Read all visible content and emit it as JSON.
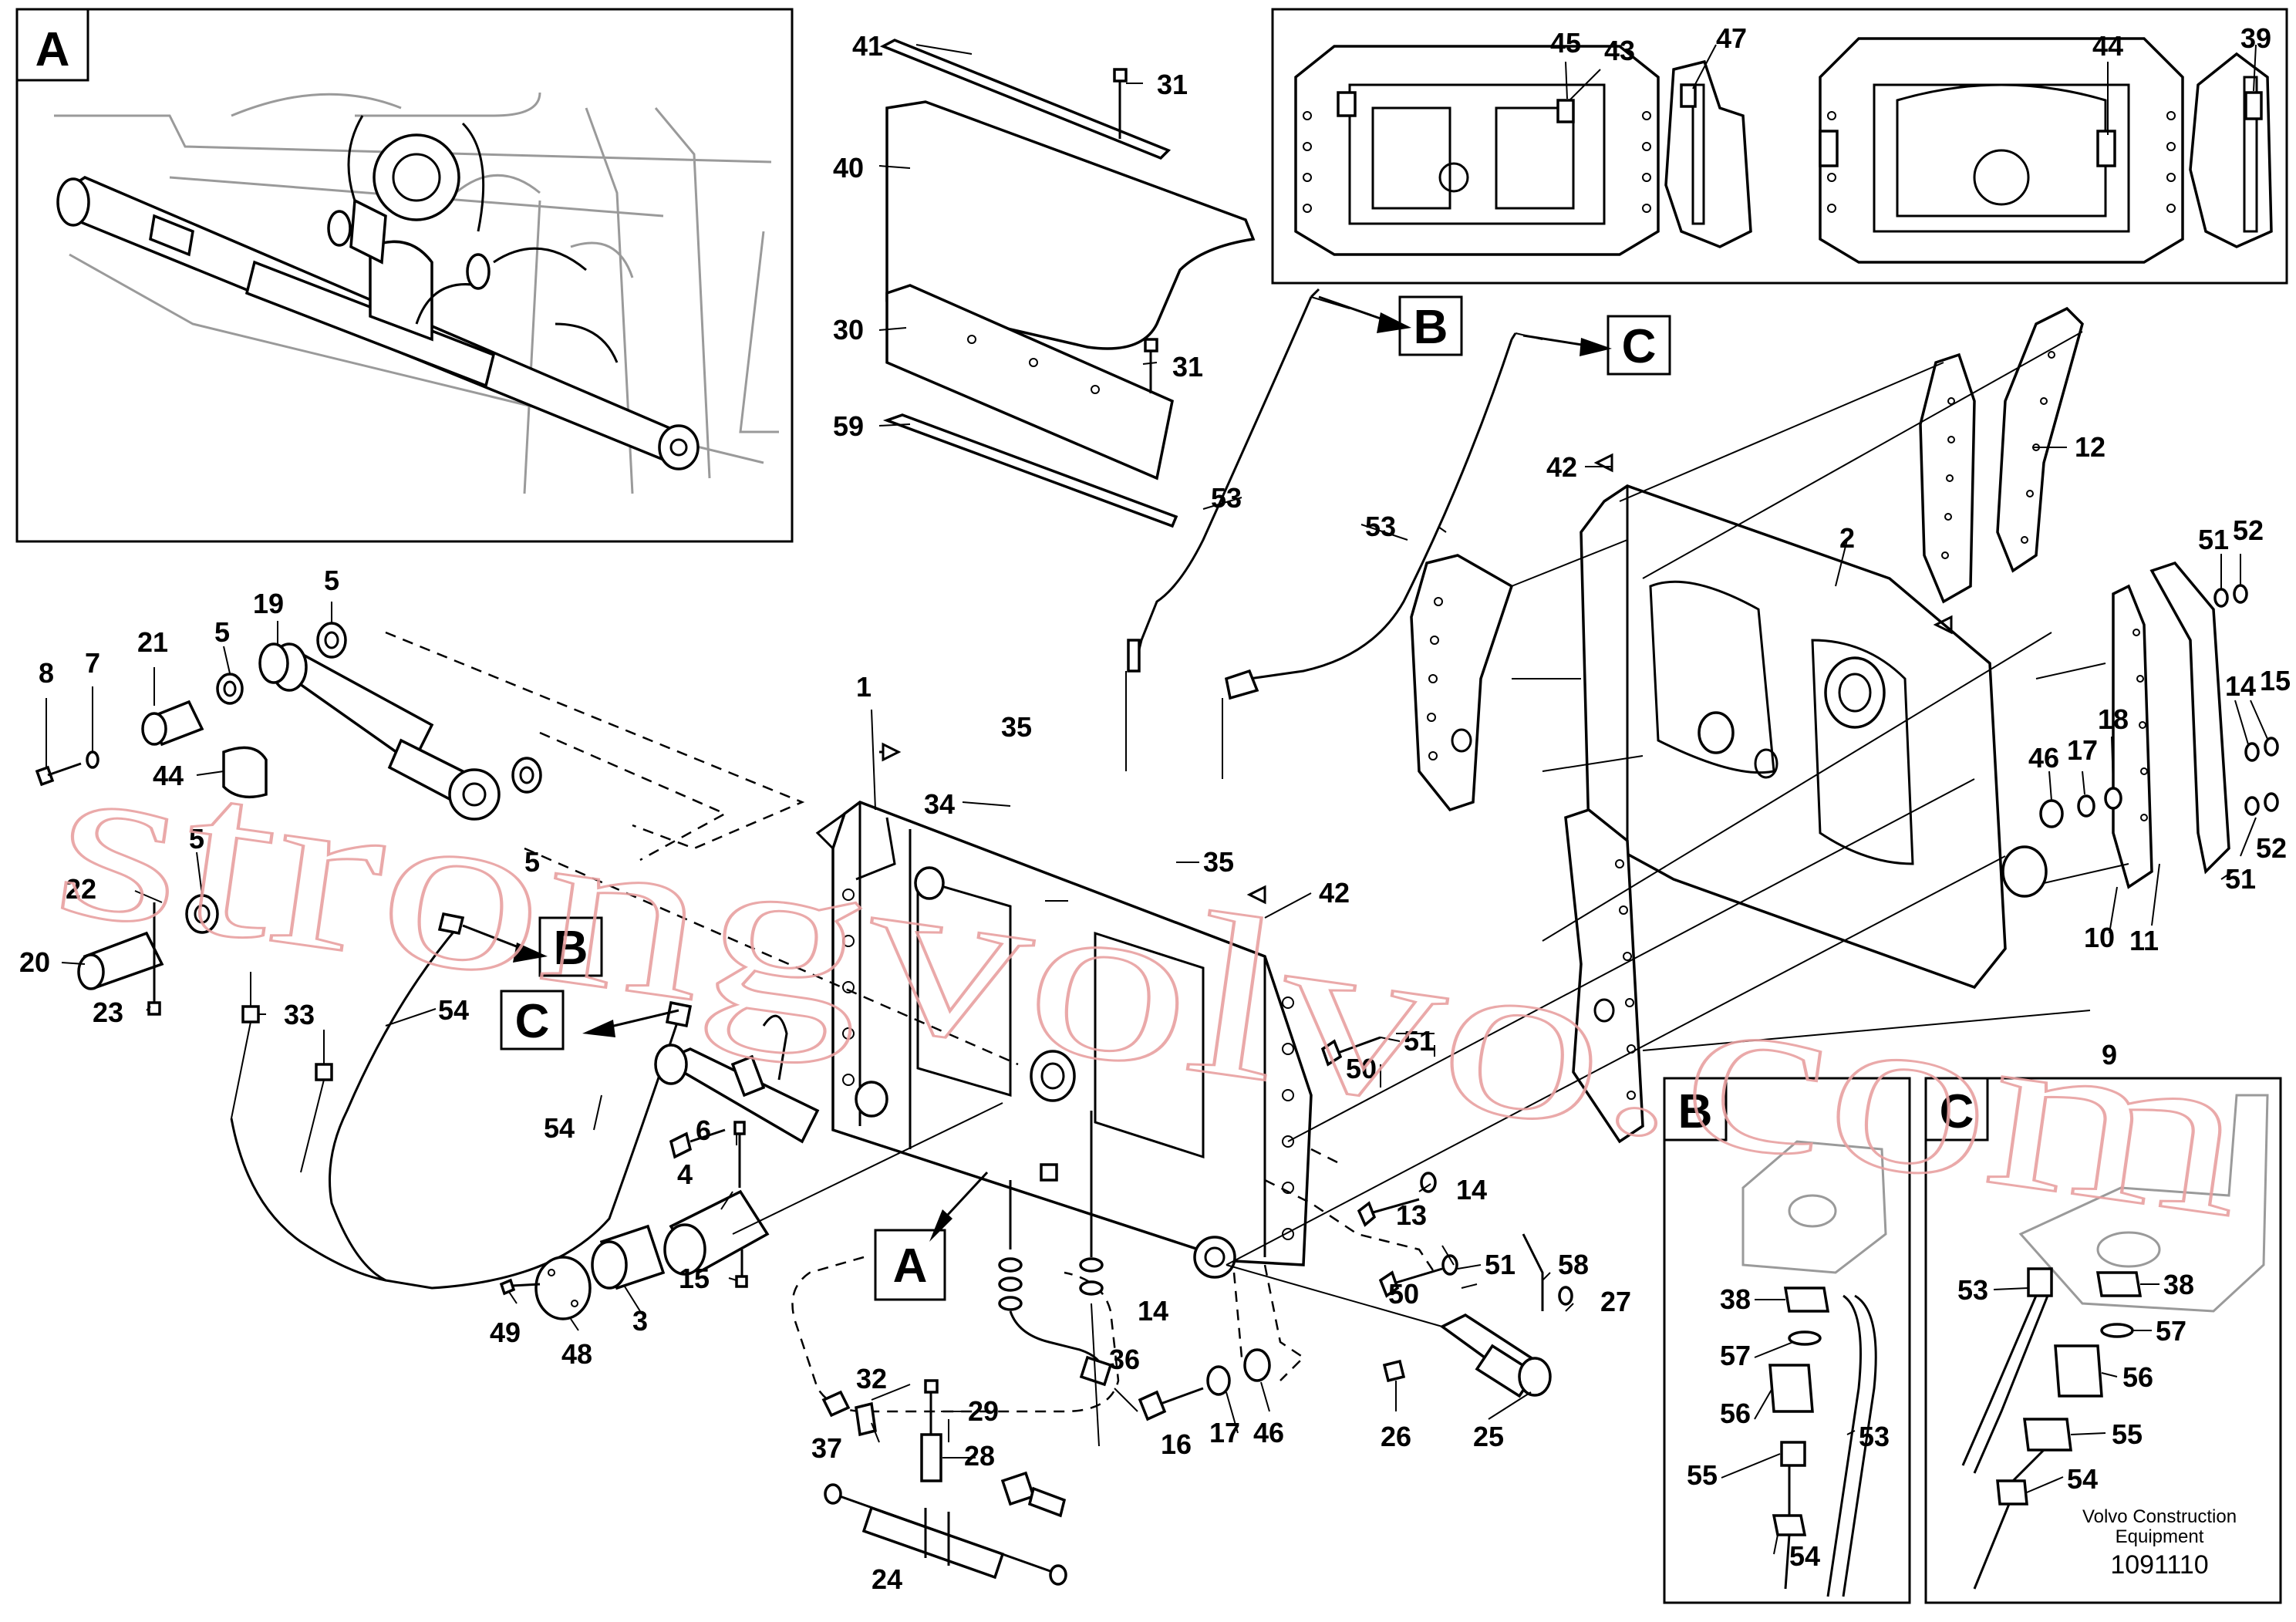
{
  "view_labels": [
    "A",
    "B",
    "C"
  ],
  "callouts": {
    "n1": "1",
    "n2": "2",
    "n3": "3",
    "n4": "4",
    "n5": "5",
    "n6": "6",
    "n7": "7",
    "n8": "8",
    "n9": "9",
    "n10": "10",
    "n11": "11",
    "n12": "12",
    "n13": "13",
    "n14": "14",
    "n15": "15",
    "n16": "16",
    "n17": "17",
    "n18": "18",
    "n19": "19",
    "n20": "20",
    "n21": "21",
    "n22": "22",
    "n23": "23",
    "n24": "24",
    "n25": "25",
    "n26": "26",
    "n27": "27",
    "n28": "28",
    "n29": "29",
    "n30": "30",
    "n31": "31",
    "n32": "32",
    "n33": "33",
    "n34": "34",
    "n35": "35",
    "n36": "36",
    "n37": "37",
    "n38": "38",
    "n39": "39",
    "n40": "40",
    "n41": "41",
    "n42": "42",
    "n43": "43",
    "n44": "44",
    "n45": "45",
    "n46": "46",
    "n47": "47",
    "n48": "48",
    "n49": "49",
    "n50": "50",
    "n51": "51",
    "n52": "52",
    "n53": "53",
    "n54": "54",
    "n55": "55",
    "n56": "56",
    "n57": "57",
    "n58": "58",
    "n59": "59"
  },
  "footer": {
    "company_line1": "Volvo Construction",
    "company_line2": "Equipment",
    "drawing_number": "1091110"
  },
  "watermark": "strongvolvo.com",
  "colors": {
    "line": "#000000",
    "watermark": "#e8a0a0",
    "background": "#ffffff"
  }
}
